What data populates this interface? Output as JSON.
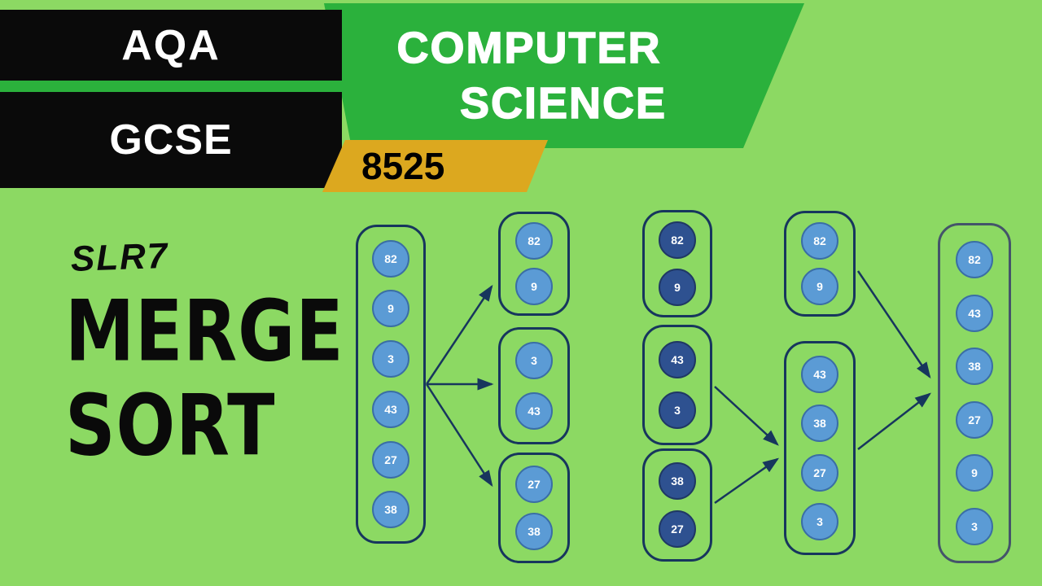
{
  "banner": {
    "exam_board": "AQA",
    "level": "GCSE",
    "subject_line1": "COMPUTER",
    "subject_line2": "SCIENCE",
    "spec_code": "8525"
  },
  "title": {
    "slr": "SLR7",
    "line1": "MERGE",
    "line2": "SORT"
  },
  "colors": {
    "background": "#8CD963",
    "accent-green": "#2BB13C",
    "accent-yellow": "#DCA81F",
    "banner-black": "#0A0A0A",
    "navy": "#17365D",
    "circle-light": "#5B9BD5",
    "circle-light-border": "#3A6EA5",
    "circle-dark": "#2E5190",
    "circle-dark-border": "#1F3864",
    "final-box-border": "#44546A"
  },
  "diagram": {
    "description": "merge sort of list into descending order",
    "columns": [
      {
        "boxes": [
          {
            "circle_style": "light",
            "values": [
              "82",
              "9",
              "3",
              "43",
              "27",
              "38"
            ]
          }
        ]
      },
      {
        "boxes": [
          {
            "circle_style": "light",
            "values": [
              "82",
              "9"
            ]
          },
          {
            "circle_style": "light",
            "values": [
              "3",
              "43"
            ]
          },
          {
            "circle_style": "light",
            "values": [
              "27",
              "38"
            ]
          }
        ]
      },
      {
        "boxes": [
          {
            "circle_style": "dark",
            "values": [
              "82",
              "9"
            ]
          },
          {
            "circle_style": "dark",
            "values": [
              "43",
              "3"
            ]
          },
          {
            "circle_style": "dark",
            "values": [
              "38",
              "27"
            ]
          }
        ]
      },
      {
        "boxes": [
          {
            "circle_style": "light",
            "values": [
              "82",
              "9"
            ]
          },
          {
            "circle_style": "light",
            "values": [
              "43",
              "38",
              "27",
              "3"
            ]
          }
        ]
      },
      {
        "boxes": [
          {
            "circle_style": "light",
            "values": [
              "82",
              "43",
              "38",
              "27",
              "9",
              "3"
            ]
          }
        ]
      }
    ]
  }
}
